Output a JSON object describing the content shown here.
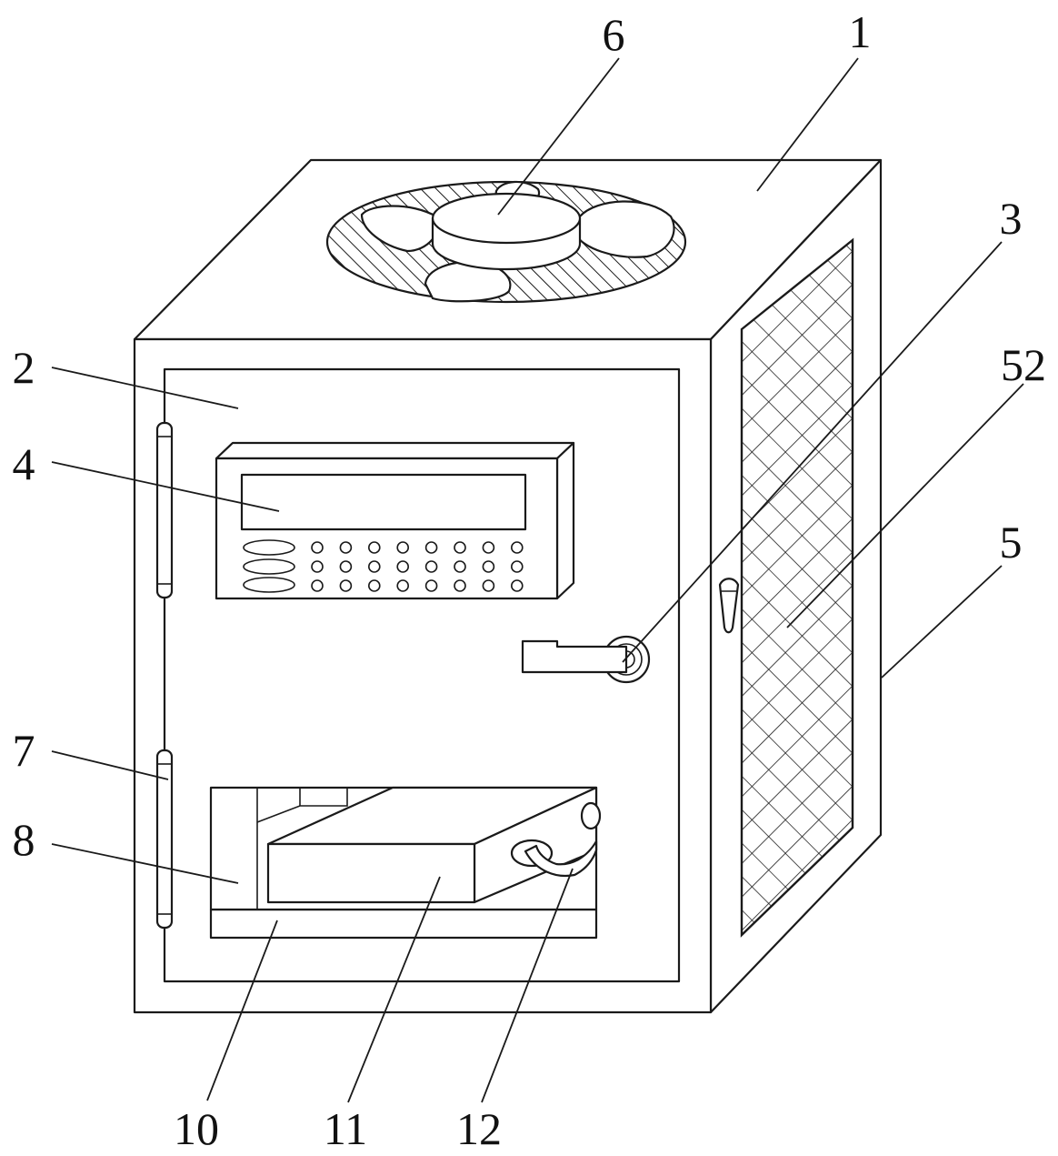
{
  "labels": {
    "top_panel": "1",
    "door": "2",
    "handle": "3",
    "control_panel": "4",
    "side_panel": "5",
    "fan": "6",
    "hinge": "7",
    "tray_bracket": "8",
    "tray_base": "10",
    "battery": "11",
    "cable": "12",
    "mesh": "52"
  },
  "colors": {
    "line": "#1a1a1a",
    "background": "#ffffff"
  }
}
